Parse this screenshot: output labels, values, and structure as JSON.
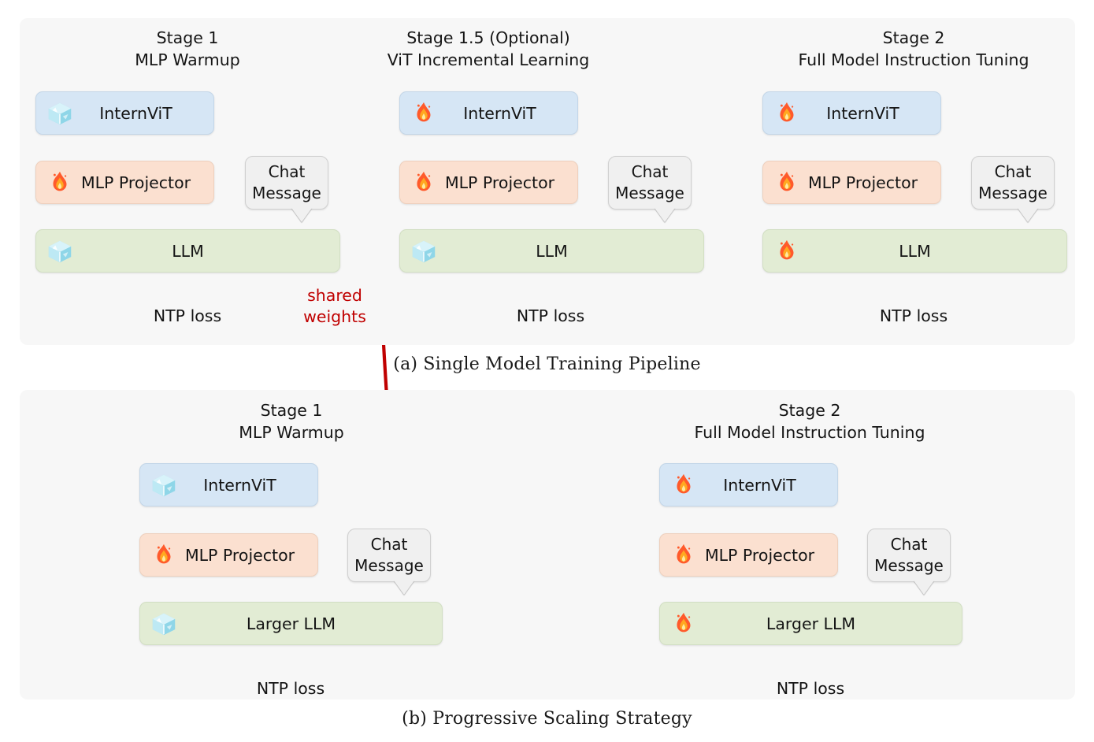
{
  "panels": [
    {
      "id": "a",
      "caption": "(a) Single Model Training Pipeline",
      "columns": [
        {
          "title_line1": "Stage 1",
          "title_line2": "MLP Warmup",
          "boxes": [
            {
              "label": "InternViT",
              "state": "frozen",
              "icon": "ice-cube-icon"
            },
            {
              "label": "MLP Projector",
              "state": "trainable",
              "icon": "fire-icon"
            },
            {
              "label": "LLM",
              "state": "frozen",
              "icon": "ice-cube-icon"
            }
          ],
          "chat": {
            "line1": "Chat",
            "line2": "Message"
          },
          "loss": "NTP loss"
        },
        {
          "title_line1": "Stage 1.5 (Optional)",
          "title_line2": "ViT Incremental Learning",
          "boxes": [
            {
              "label": "InternViT",
              "state": "trainable",
              "icon": "fire-icon"
            },
            {
              "label": "MLP Projector",
              "state": "trainable",
              "icon": "fire-icon"
            },
            {
              "label": "LLM",
              "state": "frozen",
              "icon": "ice-cube-icon"
            }
          ],
          "chat": {
            "line1": "Chat",
            "line2": "Message"
          },
          "loss": "NTP loss"
        },
        {
          "title_line1": "Stage 2",
          "title_line2": "Full Model Instruction Tuning",
          "boxes": [
            {
              "label": "InternViT",
              "state": "trainable",
              "icon": "fire-icon"
            },
            {
              "label": "MLP Projector",
              "state": "trainable",
              "icon": "fire-icon"
            },
            {
              "label": "LLM",
              "state": "trainable",
              "icon": "fire-icon"
            }
          ],
          "chat": {
            "line1": "Chat",
            "line2": "Message"
          },
          "loss": "NTP loss"
        }
      ]
    },
    {
      "id": "b",
      "caption": "(b) Progressive Scaling Strategy",
      "columns": [
        {
          "title_line1": "Stage 1",
          "title_line2": "MLP Warmup",
          "boxes": [
            {
              "label": "InternViT",
              "state": "frozen",
              "icon": "ice-cube-icon"
            },
            {
              "label": "MLP Projector",
              "state": "trainable",
              "icon": "fire-icon"
            },
            {
              "label": "Larger LLM",
              "state": "frozen",
              "icon": "ice-cube-icon"
            }
          ],
          "chat": {
            "line1": "Chat",
            "line2": "Message"
          },
          "loss": "NTP loss"
        },
        {
          "title_line1": "Stage 2",
          "title_line2": "Full Model Instruction Tuning",
          "boxes": [
            {
              "label": "InternViT",
              "state": "trainable",
              "icon": "fire-icon"
            },
            {
              "label": "MLP Projector",
              "state": "trainable",
              "icon": "fire-icon"
            },
            {
              "label": "Larger LLM",
              "state": "trainable",
              "icon": "fire-icon"
            }
          ],
          "chat": {
            "line1": "Chat",
            "line2": "Message"
          },
          "loss": "NTP loss"
        }
      ]
    }
  ],
  "annotation": {
    "shared_weights_line1": "shared",
    "shared_weights_line2": "weights",
    "arrow_color": "#c00000"
  },
  "colors": {
    "panel_bg": "#f7f7f7",
    "vit_box": "#d6e6f5",
    "mlp_box": "#fbe0d0",
    "llm_box": "#e2ecd4",
    "chat_box": "#f0f0f0",
    "arrow_gray": "#555555",
    "text": "#141414",
    "accent_red": "#c00000"
  }
}
